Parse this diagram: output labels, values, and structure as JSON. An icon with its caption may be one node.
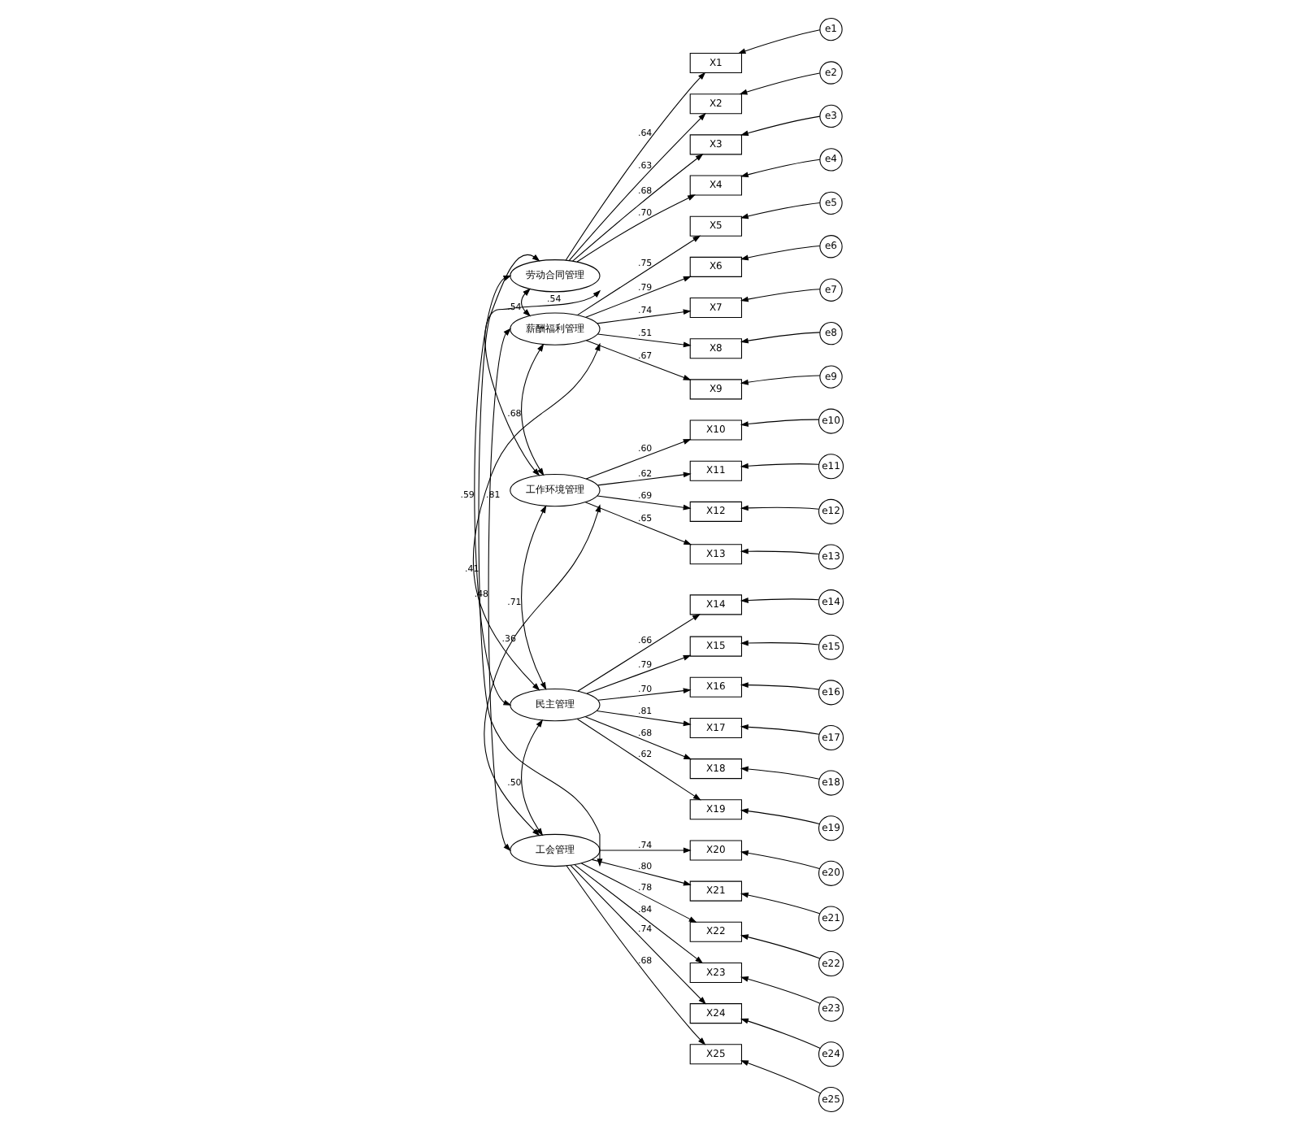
{
  "diagram": {
    "nodes": [
      {
        "text": [
          "劳动合同管理"
        ]
      },
      {
        "text": [
          "薪酬福利管理"
        ]
      },
      {
        "text": [
          "工作环境管理"
        ]
      },
      {
        "text": [
          "民主管理"
        ]
      },
      {
        "text": [
          "工会管理"
        ]
      },
      {
        "text": [
          "X1"
        ]
      },
      {
        "text": [
          "X2"
        ]
      },
      {
        "text": [
          "X3"
        ]
      },
      {
        "text": [
          "X4"
        ]
      },
      {
        "text": [
          "X5"
        ]
      },
      {
        "text": [
          "X6"
        ]
      },
      {
        "text": [
          "X7"
        ]
      },
      {
        "text": [
          "X8"
        ]
      },
      {
        "text": [
          "X9"
        ]
      },
      {
        "text": [
          "X10"
        ]
      },
      {
        "text": [
          "X11"
        ]
      },
      {
        "text": [
          "X12"
        ]
      },
      {
        "text": [
          "X13"
        ]
      },
      {
        "text": [
          "X14"
        ]
      },
      {
        "text": [
          "X15"
        ]
      },
      {
        "text": [
          "X16"
        ]
      },
      {
        "text": [
          "X17"
        ]
      },
      {
        "text": [
          "X18"
        ]
      },
      {
        "text": [
          "X19"
        ]
      },
      {
        "text": [
          "X20"
        ]
      },
      {
        "text": [
          "X21"
        ]
      },
      {
        "text": [
          "X22"
        ]
      },
      {
        "text": [
          "X23"
        ]
      },
      {
        "text": [
          "X24"
        ]
      },
      {
        "text": [
          "X25"
        ]
      },
      {
        "text": [
          "e1"
        ]
      },
      {
        "text": [
          "e2"
        ]
      },
      {
        "text": [
          "e3"
        ]
      },
      {
        "text": [
          "e4"
        ]
      },
      {
        "text": [
          "e5"
        ]
      },
      {
        "text": [
          "e6"
        ]
      },
      {
        "text": [
          "e7"
        ]
      },
      {
        "text": [
          "e8"
        ]
      },
      {
        "text": [
          "e9"
        ]
      },
      {
        "text": [
          "e10"
        ]
      },
      {
        "text": [
          "e11"
        ]
      },
      {
        "text": [
          "e12"
        ]
      },
      {
        "text": [
          "e13"
        ]
      },
      {
        "text": [
          "e14"
        ]
      },
      {
        "text": [
          "e15"
        ]
      },
      {
        "text": [
          "e16"
        ]
      },
      {
        "text": [
          "e17"
        ]
      },
      {
        "text": [
          "e18"
        ]
      },
      {
        "text": [
          "e19"
        ]
      },
      {
        "text": [
          "e20"
        ]
      },
      {
        "text": [
          "e21"
        ]
      },
      {
        "text": [
          "e22"
        ]
      },
      {
        "text": [
          "e23"
        ]
      },
      {
        "text": [
          "e24"
        ]
      },
      {
        "text": [
          "e25"
        ]
      }
    ],
    "edges": [
      {
        "from": 0,
        "to": 5,
        "arrow": "to",
        "label": ".64"
      },
      {
        "from": 0,
        "to": 6,
        "arrow": "to",
        "label": ".63"
      },
      {
        "from": 0,
        "to": 7,
        "arrow": "to",
        "label": ".68"
      },
      {
        "from": 0,
        "to": 8,
        "arrow": "to",
        "label": ".70"
      },
      {
        "from": 1,
        "to": 9,
        "arrow": "to",
        "label": ".75"
      },
      {
        "from": 1,
        "to": 10,
        "arrow": "to",
        "label": ".79"
      },
      {
        "from": 1,
        "to": 11,
        "arrow": "to",
        "label": ".74"
      },
      {
        "from": 1,
        "to": 12,
        "arrow": "to",
        "label": ".51"
      },
      {
        "from": 1,
        "to": 13,
        "arrow": "to",
        "label": ".67"
      },
      {
        "from": 2,
        "to": 14,
        "arrow": "to",
        "label": ".60"
      },
      {
        "from": 2,
        "to": 15,
        "arrow": "to",
        "label": ".62"
      },
      {
        "from": 2,
        "to": 16,
        "arrow": "to",
        "label": ".69"
      },
      {
        "from": 2,
        "to": 17,
        "arrow": "to",
        "label": ".65"
      },
      {
        "from": 3,
        "to": 18,
        "arrow": "to",
        "label": ".66"
      },
      {
        "from": 3,
        "to": 19,
        "arrow": "to",
        "label": ".79"
      },
      {
        "from": 3,
        "to": 20,
        "arrow": "to",
        "label": ".70"
      },
      {
        "from": 3,
        "to": 21,
        "arrow": "to",
        "label": ".81"
      },
      {
        "from": 3,
        "to": 22,
        "arrow": "to",
        "label": ".68"
      },
      {
        "from": 3,
        "to": 23,
        "arrow": "to",
        "label": ".62"
      },
      {
        "from": 4,
        "to": 24,
        "arrow": "to",
        "label": ".74"
      },
      {
        "from": 4,
        "to": 25,
        "arrow": "to",
        "label": ".80"
      },
      {
        "from": 4,
        "to": 26,
        "arrow": "to",
        "label": ".78"
      },
      {
        "from": 4,
        "to": 27,
        "arrow": "to",
        "label": ".84"
      },
      {
        "from": 4,
        "to": 28,
        "arrow": "to",
        "label": ".74"
      },
      {
        "from": 4,
        "to": 29,
        "arrow": "to",
        "label": ".68"
      },
      {
        "from": 30,
        "to": 5,
        "arrow": "to"
      },
      {
        "from": 31,
        "to": 6,
        "arrow": "to"
      },
      {
        "from": 32,
        "to": 7,
        "arrow": "to"
      },
      {
        "from": 33,
        "to": 8,
        "arrow": "to"
      },
      {
        "from": 34,
        "to": 9,
        "arrow": "to"
      },
      {
        "from": 35,
        "to": 10,
        "arrow": "to"
      },
      {
        "from": 36,
        "to": 11,
        "arrow": "to"
      },
      {
        "from": 37,
        "to": 12,
        "arrow": "to"
      },
      {
        "from": 38,
        "to": 13,
        "arrow": "to"
      },
      {
        "from": 39,
        "to": 14,
        "arrow": "to"
      },
      {
        "from": 40,
        "to": 15,
        "arrow": "to"
      },
      {
        "from": 41,
        "to": 16,
        "arrow": "to"
      },
      {
        "from": 42,
        "to": 17,
        "arrow": "to"
      },
      {
        "from": 43,
        "to": 18,
        "arrow": "to"
      },
      {
        "from": 44,
        "to": 19,
        "arrow": "to"
      },
      {
        "from": 45,
        "to": 20,
        "arrow": "to"
      },
      {
        "from": 46,
        "to": 21,
        "arrow": "to"
      },
      {
        "from": 47,
        "to": 22,
        "arrow": "to"
      },
      {
        "from": 48,
        "to": 23,
        "arrow": "to"
      },
      {
        "from": 49,
        "to": 24,
        "arrow": "to"
      },
      {
        "from": 50,
        "to": 25,
        "arrow": "to"
      },
      {
        "from": 51,
        "to": 26,
        "arrow": "to"
      },
      {
        "from": 52,
        "to": 27,
        "arrow": "to"
      },
      {
        "from": 53,
        "to": 28,
        "arrow": "to"
      },
      {
        "from": 54,
        "to": 29,
        "arrow": "to"
      },
      {
        "from": 0,
        "to": 1,
        "arrow": "both",
        "label": ".54"
      },
      {
        "from": 0,
        "to": 2,
        "arrow": "both",
        "label": ".54"
      },
      {
        "from": 0,
        "to": 3,
        "arrow": "both",
        "label": ".59"
      },
      {
        "from": 0,
        "to": 4,
        "arrow": "both",
        "label": ".41"
      },
      {
        "from": 1,
        "to": 2,
        "arrow": "both",
        "label": ".68"
      },
      {
        "from": 1,
        "to": 3,
        "arrow": "both",
        "label": ".81"
      },
      {
        "from": 1,
        "to": 4,
        "arrow": "both",
        "label": ".48"
      },
      {
        "from": 2,
        "to": 3,
        "arrow": "both",
        "label": ".71"
      },
      {
        "from": 2,
        "to": 4,
        "arrow": "both",
        "label": ".36"
      },
      {
        "from": 3,
        "to": 4,
        "arrow": "both",
        "label": ".50"
      }
    ]
  }
}
